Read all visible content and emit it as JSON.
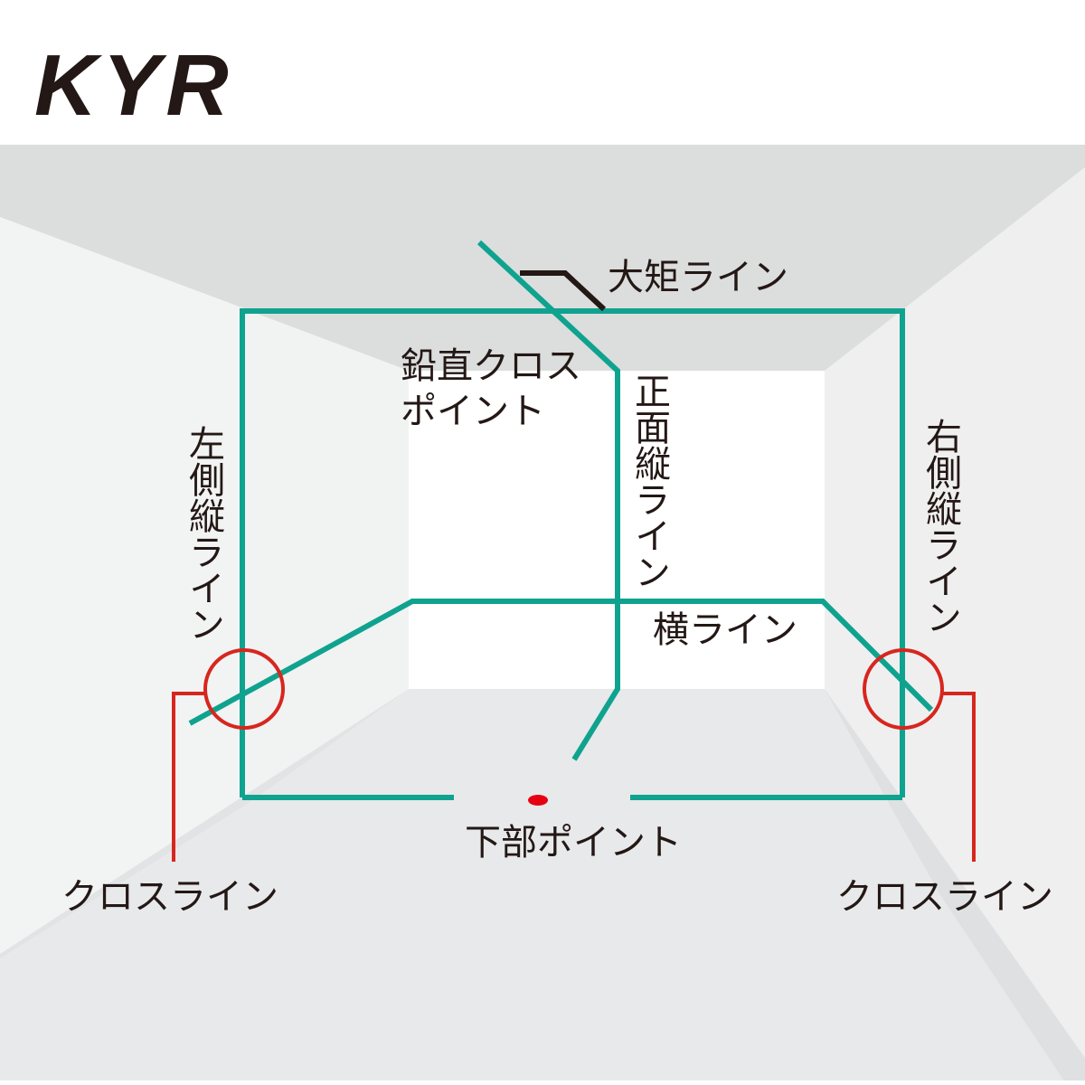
{
  "brand": {
    "logo_text": "KYR"
  },
  "colors": {
    "laser_green": "#0fa38f",
    "marker_red": "#d7261e",
    "text": "#231815",
    "ceiling": "#dcdddd",
    "floor": "#e8e9ea",
    "wall_side": "#f2f2f2",
    "back_wall": "#ffffff"
  },
  "labels": {
    "ceiling_line": "大矩ライン",
    "vertical_cross_point_line1": "鉛直クロス",
    "vertical_cross_point_line2": "ポイント",
    "front_vertical_line": "正面縦ライン",
    "left_vertical_line": "左側縦ライン",
    "right_vertical_line": "右側縦ライン",
    "horizontal_line": "横ライン",
    "bottom_point": "下部ポイント",
    "cross_line_left": "クロスライン",
    "cross_line_right": "クロスライン"
  }
}
